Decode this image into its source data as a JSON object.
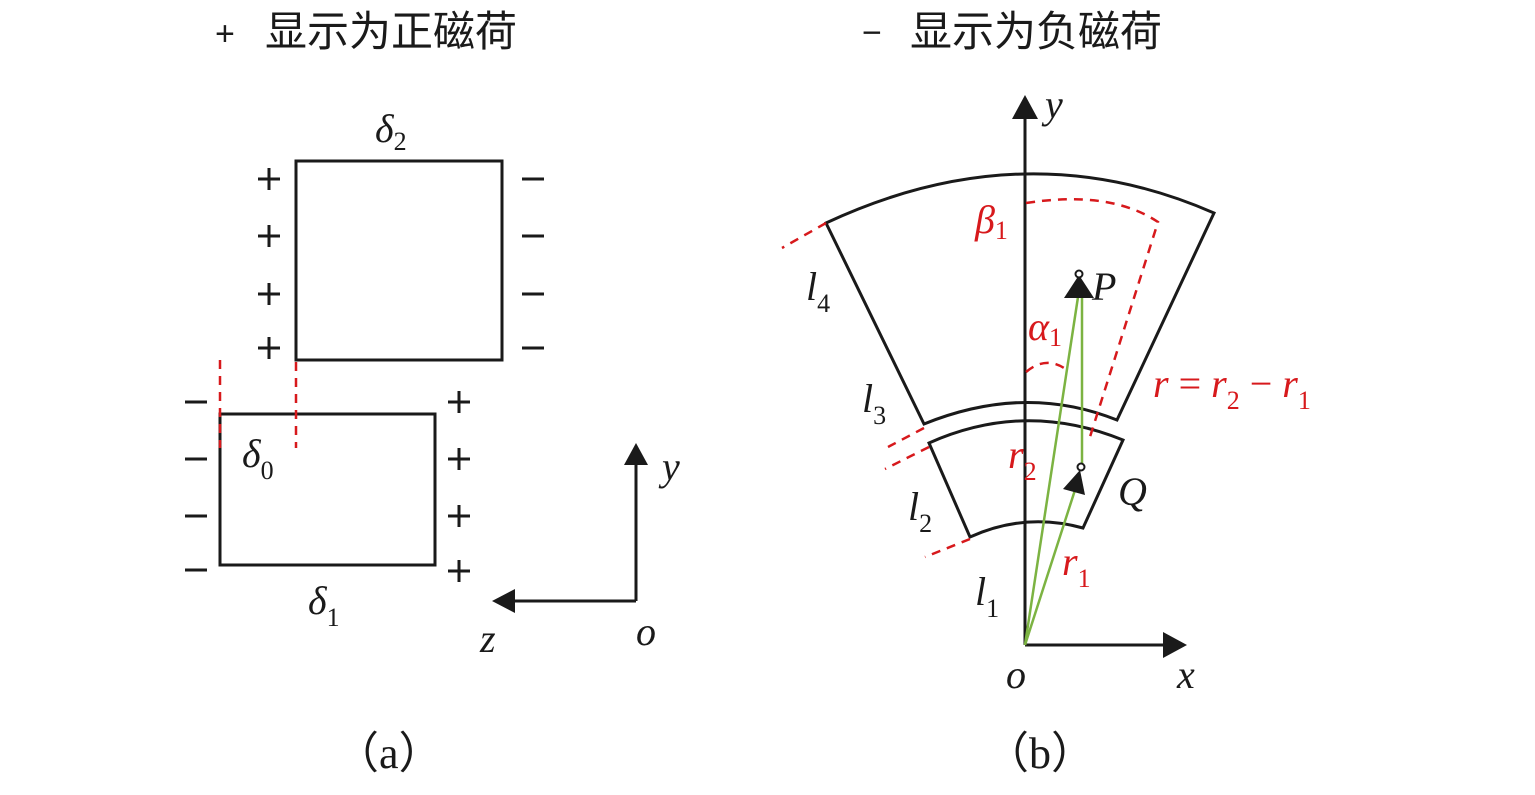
{
  "headers": {
    "left": {
      "symbol": "+",
      "text": "显示为正磁荷"
    },
    "right": {
      "symbol": "−",
      "text": "显示为负磁荷"
    }
  },
  "panel_a": {
    "caption": "（a）",
    "labels": {
      "delta2": {
        "base": "δ",
        "sub": "2"
      },
      "delta0": {
        "base": "δ",
        "sub": "0"
      },
      "delta1": {
        "base": "δ",
        "sub": "1"
      },
      "axis_y": "y",
      "axis_z": "z",
      "origin": "o"
    },
    "upper_magnet": {
      "left_signs": [
        "+",
        "+",
        "+",
        "+"
      ],
      "right_signs": [
        "−",
        "−",
        "−",
        "−"
      ]
    },
    "lower_magnet": {
      "left_signs": [
        "−",
        "−",
        "−",
        "−"
      ],
      "right_signs": [
        "+",
        "+",
        "+",
        "+"
      ]
    }
  },
  "panel_b": {
    "caption": "（b）",
    "labels": {
      "axis_y": "y",
      "axis_x": "x",
      "origin": "o",
      "P": "P",
      "Q": "Q",
      "l1": {
        "base": "l",
        "sub": "1"
      },
      "l2": {
        "base": "l",
        "sub": "2"
      },
      "l3": {
        "base": "l",
        "sub": "3"
      },
      "l4": {
        "base": "l",
        "sub": "4"
      },
      "beta1": {
        "base": "β",
        "sub": "1"
      },
      "alpha1": {
        "base": "α",
        "sub": "1"
      },
      "r2": {
        "base": "r",
        "sub": "2"
      },
      "r1": {
        "base": "r",
        "sub": "1"
      },
      "formula": {
        "lhs": "r",
        "eq": " = ",
        "a": "r",
        "a_sub": "2",
        "minus": " − ",
        "b": "r",
        "b_sub": "1"
      }
    }
  },
  "colors": {
    "stroke": "#1a1a1a",
    "annotation": "#d7191c",
    "vector": "#7cb342"
  }
}
